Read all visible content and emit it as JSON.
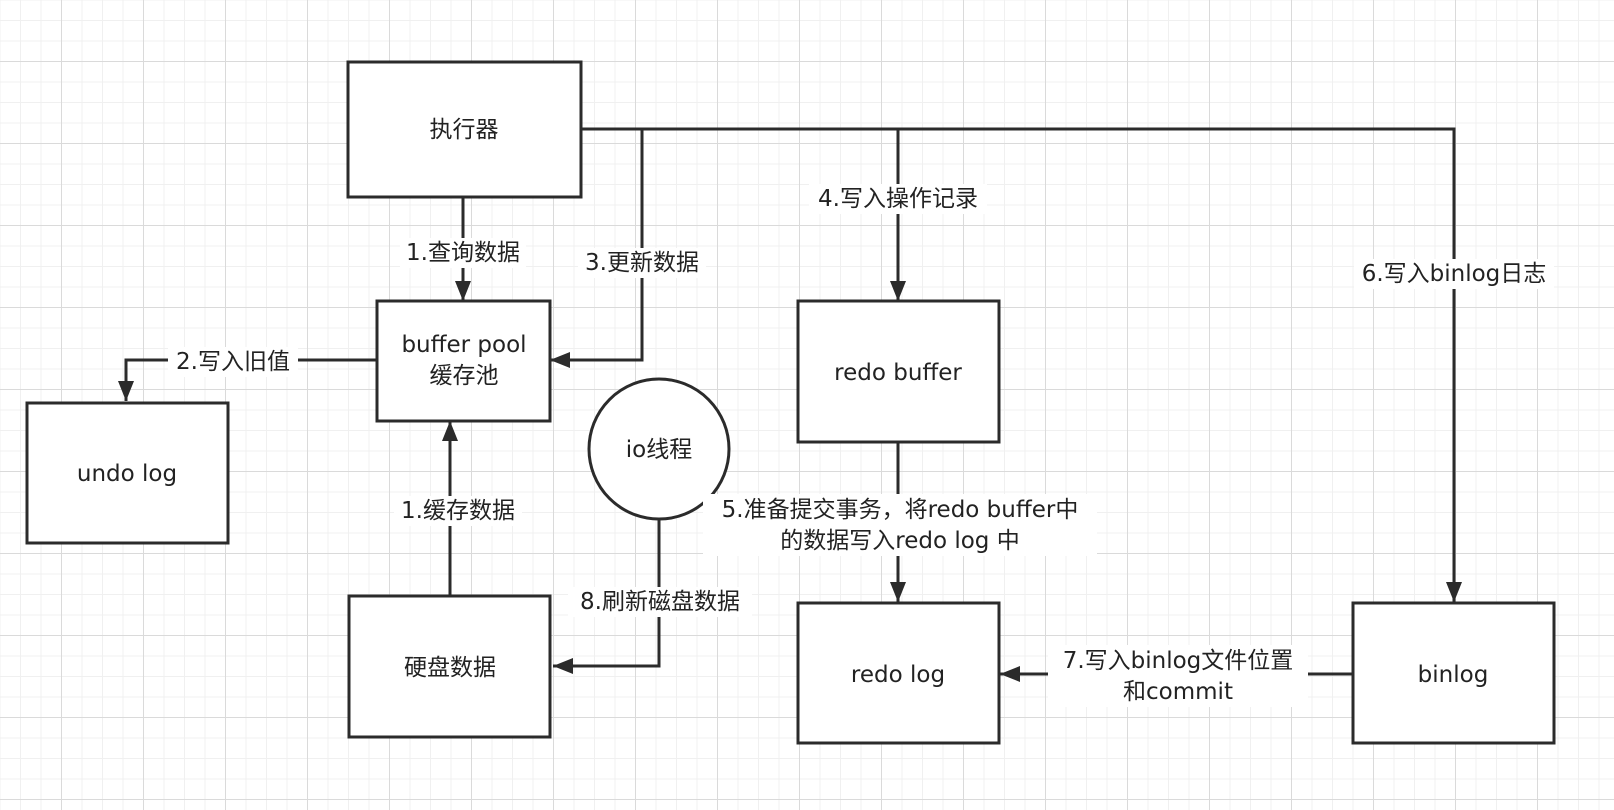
{
  "colors": {
    "line": "#2b2b2b",
    "text": "#222222",
    "grid_major": "#dadada",
    "grid_minor": "#f0f0f0",
    "background": "#ffffff"
  },
  "nodes": {
    "executor": "执行器",
    "buffer_pool": [
      "buffer pool",
      "缓存池"
    ],
    "undo_log": "undo log",
    "disk_data": "硬盘数据",
    "io_thread": "io线程",
    "redo_buffer": "redo buffer",
    "redo_log": "redo log",
    "binlog": "binlog"
  },
  "edges": {
    "query_data": "1.查询数据",
    "write_old_value": "2.写入旧值",
    "update_data": "3.更新数据",
    "write_op_record": "4.写入操作记录",
    "prepare_commit": [
      "5.准备提交事务，将redo buffer中",
      "的数据写入redo log 中"
    ],
    "write_binlog": "6.写入binlog日志",
    "write_binlog_pos": [
      "7.写入binlog文件位置",
      "和commit"
    ],
    "flush_disk": "8.刷新磁盘数据",
    "cache_data": "1.缓存数据"
  }
}
